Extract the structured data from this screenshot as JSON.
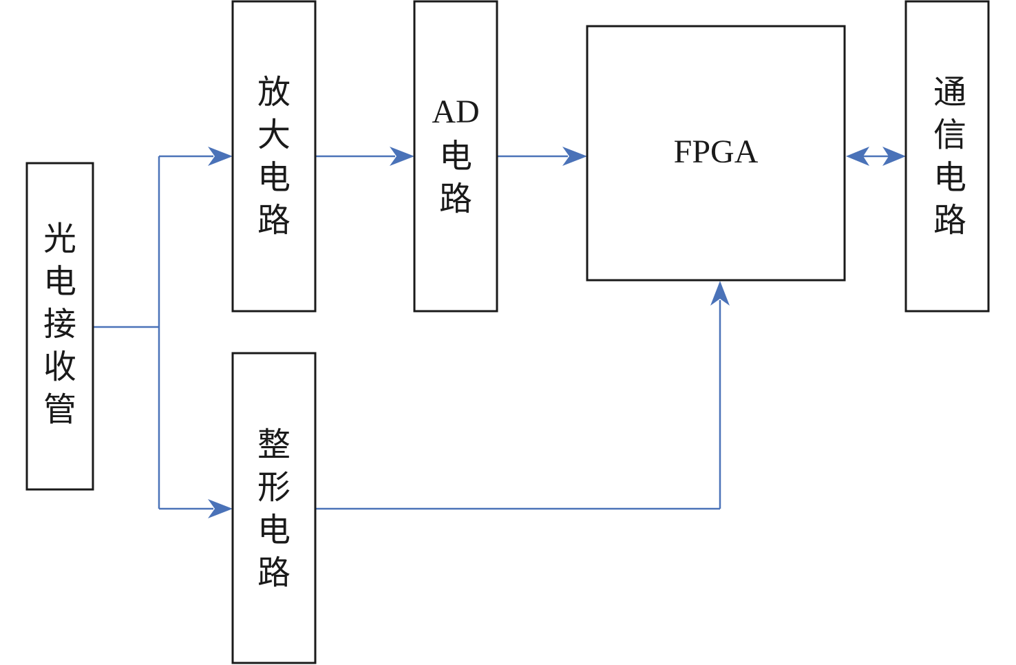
{
  "diagram": {
    "type": "block-diagram",
    "line_color": "#4a72b8",
    "border_color": "#1a1a1a",
    "blocks": {
      "photodiode": {
        "label_chars": [
          "光",
          "电",
          "接",
          "收",
          "管"
        ],
        "label": "光电接收管"
      },
      "amplifier": {
        "label_chars": [
          "放",
          "大",
          "电",
          "路"
        ],
        "label": "放大电路"
      },
      "adc": {
        "label_line1": "AD",
        "label_chars": [
          "电",
          "路"
        ],
        "label": "AD电路"
      },
      "fpga": {
        "label": "FPGA"
      },
      "comm": {
        "label_chars": [
          "通",
          "信",
          "电",
          "路"
        ],
        "label": "通信电路"
      },
      "shaper": {
        "label_chars": [
          "整",
          "形",
          "电",
          "路"
        ],
        "label": "整形电路"
      }
    },
    "connections": [
      {
        "from": "光电接收管",
        "to": "放大电路",
        "direction": "one-way"
      },
      {
        "from": "光电接收管",
        "to": "整形电路",
        "direction": "one-way"
      },
      {
        "from": "放大电路",
        "to": "AD电路",
        "direction": "one-way"
      },
      {
        "from": "AD电路",
        "to": "FPGA",
        "direction": "one-way"
      },
      {
        "from": "整形电路",
        "to": "FPGA",
        "direction": "one-way"
      },
      {
        "from": "FPGA",
        "to": "通信电路",
        "direction": "two-way"
      }
    ]
  }
}
